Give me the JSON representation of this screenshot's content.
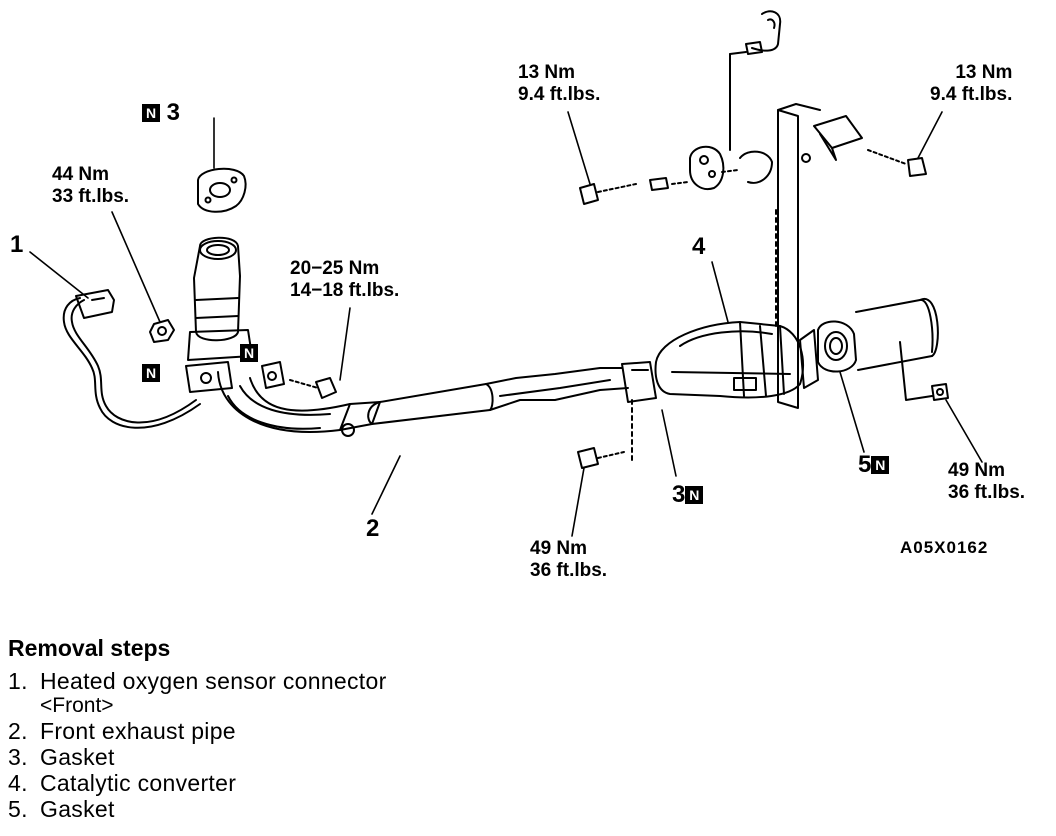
{
  "labels": {
    "part_1": "1",
    "part_2": "2",
    "part_3_top": "3",
    "part_3_bottom": "3",
    "part_4": "4",
    "part_5": "5",
    "n_mark": "N",
    "figure_code": "A05X0162"
  },
  "torques": [
    {
      "id": "t44",
      "nm": "44 Nm",
      "ftlbs": "33 ft.lbs."
    },
    {
      "id": "t20",
      "nm": "20−25 Nm",
      "ftlbs": "14−18 ft.lbs."
    },
    {
      "id": "t13a",
      "nm": "13 Nm",
      "ftlbs": "9.4 ft.lbs."
    },
    {
      "id": "t13b",
      "nm": "13 Nm",
      "ftlbs": "9.4 ft.lbs."
    },
    {
      "id": "t49a",
      "nm": "49 Nm",
      "ftlbs": "36 ft.lbs."
    },
    {
      "id": "t49b",
      "nm": "49 Nm",
      "ftlbs": "36 ft.lbs."
    }
  ],
  "removal": {
    "title": "Removal steps",
    "steps": [
      {
        "num": "1.",
        "text": "Heated oxygen sensor connector",
        "sub": "<Front>"
      },
      {
        "num": "2.",
        "text": "Front exhaust pipe"
      },
      {
        "num": "3.",
        "text": "Gasket"
      },
      {
        "num": "4.",
        "text": "Catalytic converter"
      },
      {
        "num": "5.",
        "text": "Gasket"
      }
    ]
  }
}
